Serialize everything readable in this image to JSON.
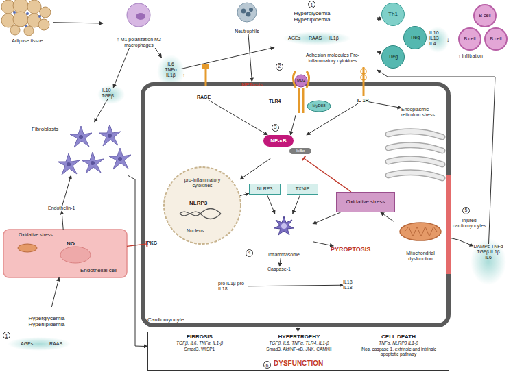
{
  "diagram": {
    "nodes": [
      {
        "text": [
          "Adipose tissue"
        ]
      },
      {
        "text": [
          "↑ M1 polarization M2 macrophages"
        ]
      },
      {
        "text": [
          "IL6 TNFα IL1β"
        ]
      },
      {
        "text": [
          "Neutrophils"
        ]
      },
      {
        "text": [
          "1",
          "Hyperglycemia Hyperlipidemia",
          "AGEs",
          "RAAS",
          "IL1β",
          "Adhesion molecules Pro-inflammatory cytokines"
        ]
      },
      {
        "text": [
          "NETosis"
        ]
      },
      {
        "text": [
          "Th1"
        ]
      },
      {
        "text": [
          "Treg"
        ]
      },
      {
        "text": [
          "Treg"
        ]
      },
      {
        "text": [
          "IL10 IL13 IL4"
        ]
      },
      {
        "text": [
          "B cell"
        ]
      },
      {
        "text": [
          "B cell"
        ]
      },
      {
        "text": [
          "B cell"
        ]
      },
      {
        "text": [
          "IL10 TGFβ"
        ]
      },
      {
        "text": [
          "Fibroblasts"
        ]
      },
      {
        "text": [
          "Cardiomyocyte"
        ]
      },
      {
        "text": [
          "RAGE"
        ],
        "in": 15
      },
      {
        "text": [
          "MD2",
          "TLR4",
          "MyD88"
        ],
        "in": 15
      },
      {
        "text": [
          "IL-1R"
        ],
        "in": 15
      },
      {
        "text": [
          "NF-κB",
          "IκBα"
        ],
        "in": 15
      },
      {
        "text": [
          "Endoplasmic reticulum stress"
        ],
        "in": 15
      },
      {
        "text": [
          "pro-inflammatory cytokines",
          "NLRP3",
          "Nucleus"
        ],
        "in": 15
      },
      {
        "text": [
          "NLRP3"
        ],
        "in": 15
      },
      {
        "text": [
          "TXNIP"
        ],
        "in": 15
      },
      {
        "text": [
          "Oxidative stress"
        ],
        "in": 15
      },
      {
        "text": [
          "Inflammasome"
        ],
        "in": 15
      },
      {
        "text": [
          "PYROPTOSIS"
        ],
        "in": 15
      },
      {
        "text": [
          "Mitochondrial dysfunction"
        ],
        "in": 15
      },
      {
        "text": [
          "Caspase-1"
        ],
        "in": 15
      },
      {
        "text": [
          "pro IL1β pro IL18"
        ],
        "in": 15
      },
      {
        "text": [
          "IL1β IL18"
        ],
        "in": 15
      },
      {
        "text": [
          "PKG"
        ],
        "in": 15
      },
      {
        "text": [
          "Oxidative stress",
          "NO",
          "Endothelial cell"
        ]
      },
      {
        "text": [
          "Endothelin-1"
        ]
      },
      {
        "text": [
          "1",
          "Hyperglycemia Hyperlipidemia",
          "AGEs",
          "RAAS"
        ]
      },
      {
        "text": [
          "DAMPs TNFα TGFβ IL1β IL6"
        ]
      },
      {
        "text": [
          "FIBROSIS",
          "TGFβ, IL6, TNFα, IL1-β",
          "Smad3, WISP1",
          "HYPERTROPHY",
          "TGFβ, IL6, TNFα, TLR4, IL1-β",
          "Smad3, Akt/NF-κB, JNK, CAMKII",
          "CELL DEATH",
          "TNFα, NLRP3 IL1-β",
          "iNos, caspase 1, extrinsic and intrinsic apoptotic pathway",
          "6",
          "DYSFUNCTION"
        ]
      }
    ],
    "edges": [
      {
        "from": 0,
        "to": 1,
        "arrow": "to"
      },
      {
        "from": 1,
        "to": 2,
        "arrow": "to"
      },
      {
        "from": 1,
        "to": 13,
        "arrow": "to"
      },
      {
        "from": 13,
        "to": 14,
        "arrow": "to"
      },
      {
        "from": 2,
        "to": 4,
        "arrow": "to"
      },
      {
        "from": 3,
        "to": 5,
        "arrow": "to"
      },
      {
        "from": 4,
        "to": 6,
        "arrow": "both"
      },
      {
        "from": 8,
        "to": 4,
        "arrow": "to"
      },
      {
        "from": 35,
        "to": 4,
        "arrow": "to"
      },
      {
        "from": 16,
        "to": 19,
        "arrow": "to"
      },
      {
        "from": 17,
        "to": 19,
        "arrow": "to"
      },
      {
        "from": 18,
        "to": 19,
        "arrow": "to"
      },
      {
        "from": 18,
        "to": 20,
        "arrow": "to"
      },
      {
        "from": 19,
        "to": 21,
        "arrow": "to"
      },
      {
        "from": 21,
        "to": 22,
        "arrow": "to"
      },
      {
        "from": 24,
        "to": 19,
        "arrow": "to"
      },
      {
        "from": 22,
        "to": 25,
        "arrow": "to"
      },
      {
        "from": 23,
        "to": 25,
        "arrow": "to"
      },
      {
        "from": 24,
        "to": 25,
        "arrow": "to"
      },
      {
        "from": 27,
        "to": 24,
        "arrow": "to"
      },
      {
        "from": 25,
        "to": 26,
        "arrow": "to"
      },
      {
        "from": 25,
        "to": 28,
        "arrow": "to"
      },
      {
        "from": 29,
        "to": 30,
        "arrow": "to"
      },
      {
        "from": 34,
        "to": 32,
        "arrow": "to"
      },
      {
        "from": 32,
        "to": 33,
        "arrow": "to"
      },
      {
        "from": 33,
        "to": 14,
        "arrow": "to"
      },
      {
        "from": 32,
        "to": 31,
        "arrow": "to"
      },
      {
        "from": 14,
        "to": 36,
        "arrow": "to"
      },
      {
        "from": 15,
        "to": 36,
        "arrow": "to"
      },
      {
        "from": 15,
        "to": 35,
        "arrow": "to",
        "label": "Injured cardiomyocytes"
      }
    ],
    "labels": [
      "↑",
      "↓",
      "↑ Infiltration",
      "2",
      "3",
      "4",
      "5"
    ]
  }
}
